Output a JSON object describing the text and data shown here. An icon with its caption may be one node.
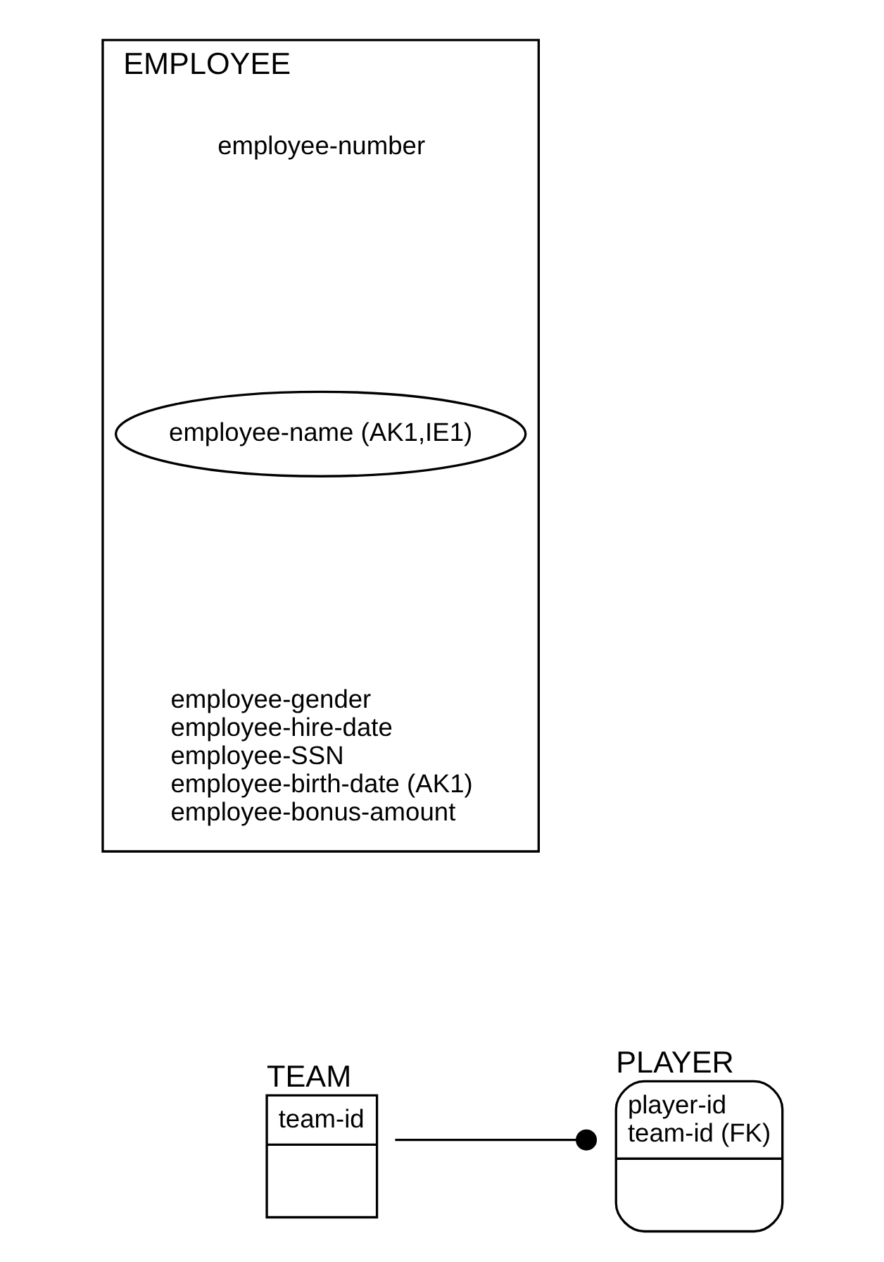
{
  "diagram": {
    "nodes": [
      {
        "text": [
          "EMPLOYEE",
          "employee-number",
          "employee-gender",
          "employee-hire-date",
          "employee-SSN",
          "employee-birth-date (AK1)",
          "employee-bonus-amount"
        ]
      },
      {
        "text": [
          "employee-name (AK1,IE1)"
        ],
        "in": 0
      },
      {
        "text": [
          "TEAM",
          "team-id"
        ]
      },
      {
        "text": [
          "PLAYER",
          "player-id",
          "team-id (FK)"
        ]
      }
    ],
    "edges": [
      {
        "from": 2,
        "to": 3,
        "arrow": "other"
      }
    ]
  }
}
